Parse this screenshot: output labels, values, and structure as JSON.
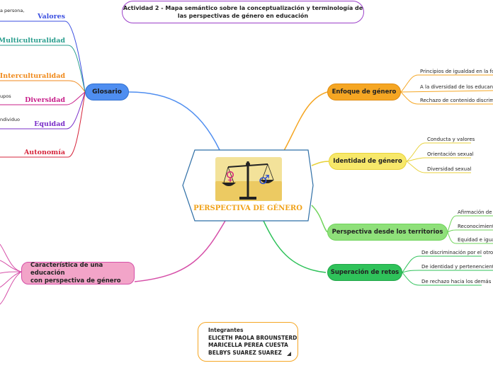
{
  "title": {
    "line1": "Actividad 2 - Mapa semántico sobre la conceptualización y terminología de",
    "line2": "las perspectivas de género en educación"
  },
  "center": {
    "label": "PERSPECTIVA DE GÉNERO",
    "female_symbol": "♀",
    "male_symbol": "♂"
  },
  "glosario": {
    "label": "Glosario",
    "terms": [
      "Valores",
      "Multiculturalidad",
      "Interculturalidad",
      "Diversidad",
      "Equidad",
      "Autonomía"
    ],
    "fragments": [
      "a persona,",
      "upos",
      "ndividuo"
    ]
  },
  "caracteristica": {
    "label_line1": "Característica de una educación",
    "label_line2": "con perspectiva de género"
  },
  "enfoque": {
    "label": "Enfoque de género",
    "items": [
      "Principios de igualdad en la formación",
      "A la diversidad de los educandos",
      "Rechazo de contenido discriminatorio"
    ]
  },
  "identidad": {
    "label": "Identidad de género",
    "items": [
      "Conducta y valores",
      "Orientación sexual",
      "Diversidad sexual"
    ]
  },
  "territorios": {
    "label": "Perspectiva desde los territorios",
    "items": [
      "Afirmación de las",
      "Reconocimiento d",
      "Equidad e iguald"
    ]
  },
  "superacion": {
    "label": "Superación de retos",
    "items": [
      "De discriminación por el otro",
      "De identidad  y pertenenciente a un g",
      "De rechazo hacia los demás"
    ]
  },
  "integrantes": {
    "heading": "Integrantes",
    "names": [
      "ELICETH PAOLA BROUNSTERD",
      "MARICELLA PEREA CUESTA",
      "BELBYS SUAREZ SUAREZ"
    ]
  },
  "colors": {
    "glosario": "#4f8ef0",
    "caracteristica": "#d64fa8",
    "enfoque": "#f5a623",
    "identidad": "#e8d23a",
    "territorios": "#6fd45a",
    "superacion": "#2fc25a",
    "title_border": "#9b3fc9",
    "center_border": "#2f6fa6",
    "integrantes_border": "#f5a623",
    "term_valores": "#3b4fe0",
    "term_multi": "#2a9e8e",
    "term_inter": "#f08a1c",
    "term_div": "#c81f8a",
    "term_equidad": "#7b2fc9",
    "term_autonomia": "#d6263c"
  }
}
